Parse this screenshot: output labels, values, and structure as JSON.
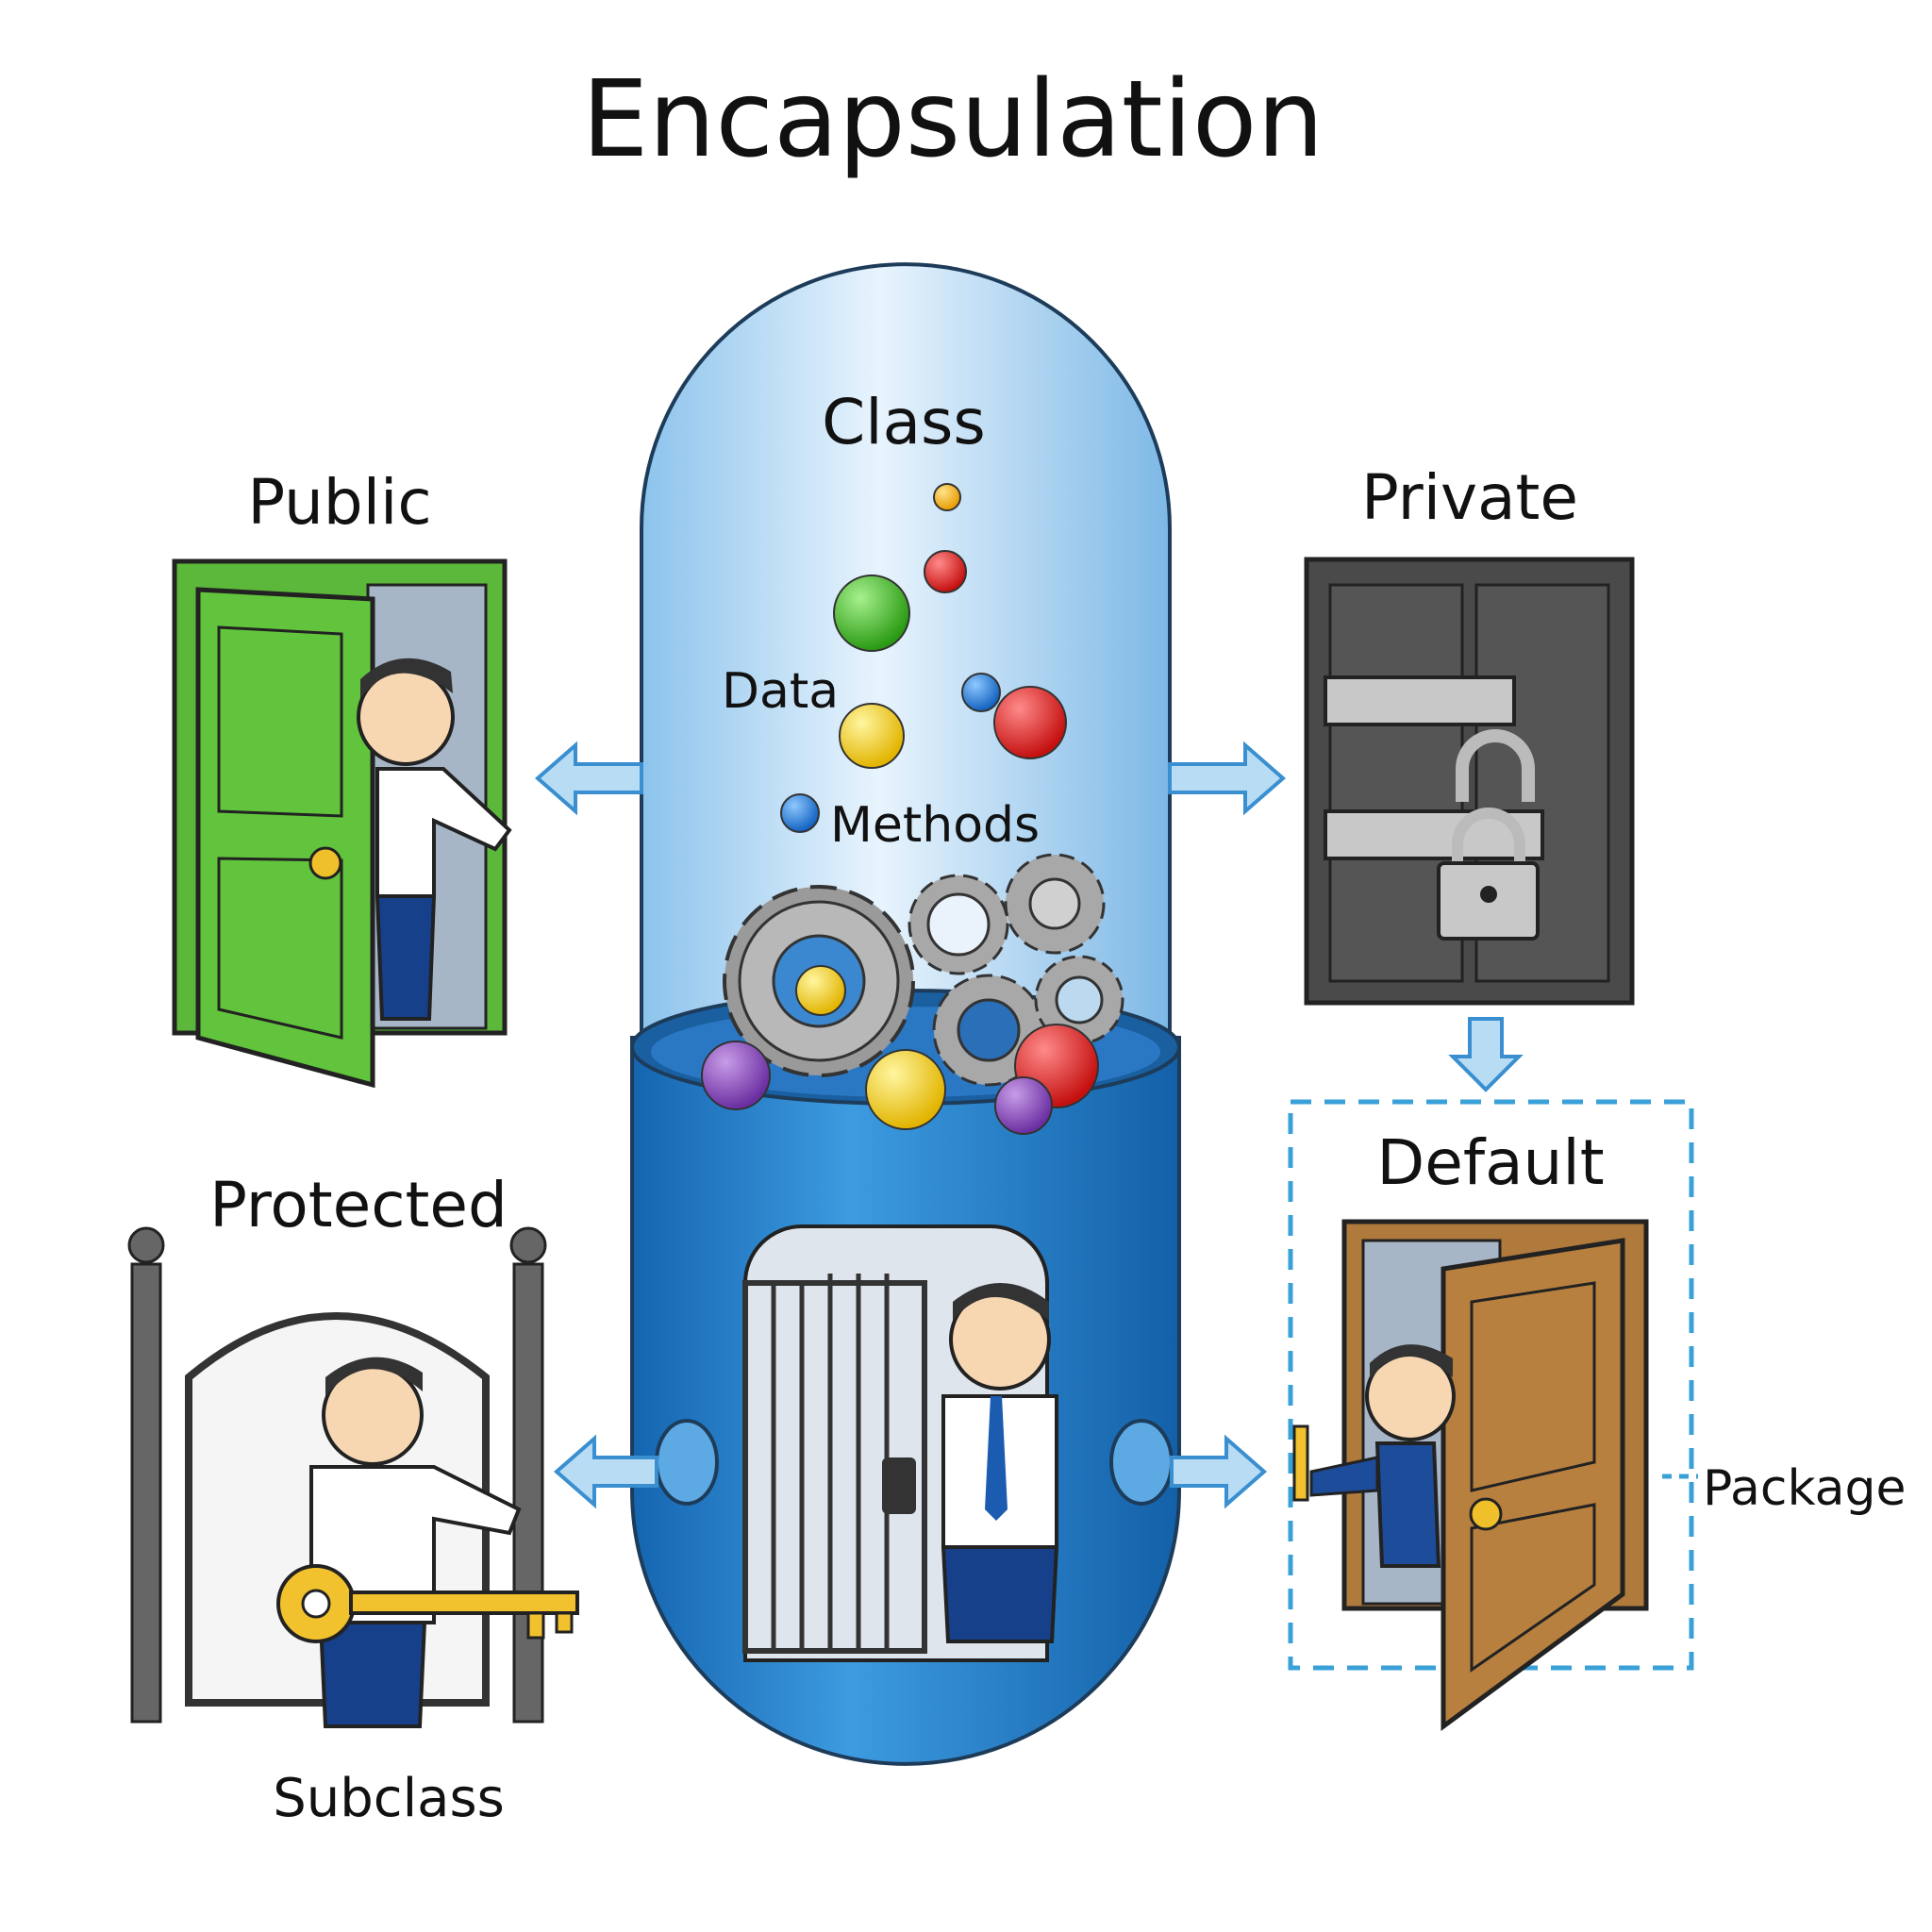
{
  "title": "Encapsulation",
  "capsule": {
    "label": "Class",
    "data_label": "Data",
    "methods_label": "Methods"
  },
  "access_levels": {
    "public": {
      "label": "Public"
    },
    "private": {
      "label": "Private"
    },
    "protected": {
      "label": "Protected",
      "sub_label": "Subclass"
    },
    "default": {
      "label": "Default",
      "scope_label": "Package"
    }
  },
  "colors": {
    "capsule_top": "#bfe0f7",
    "capsule_bottom": "#1f7fcf",
    "public_door": "#5cb83a",
    "private_door": "#4a4a4a",
    "default_door": "#b07a3c",
    "arrow": "#5aa6e0",
    "dashed_box": "#3aa0d8",
    "key": "#f2c22e"
  },
  "icons": [
    "open-green-door-icon",
    "locked-vault-door-icon",
    "iron-gate-icon",
    "wooden-door-icon",
    "gear-icon",
    "key-icon",
    "padlock-icon"
  ]
}
